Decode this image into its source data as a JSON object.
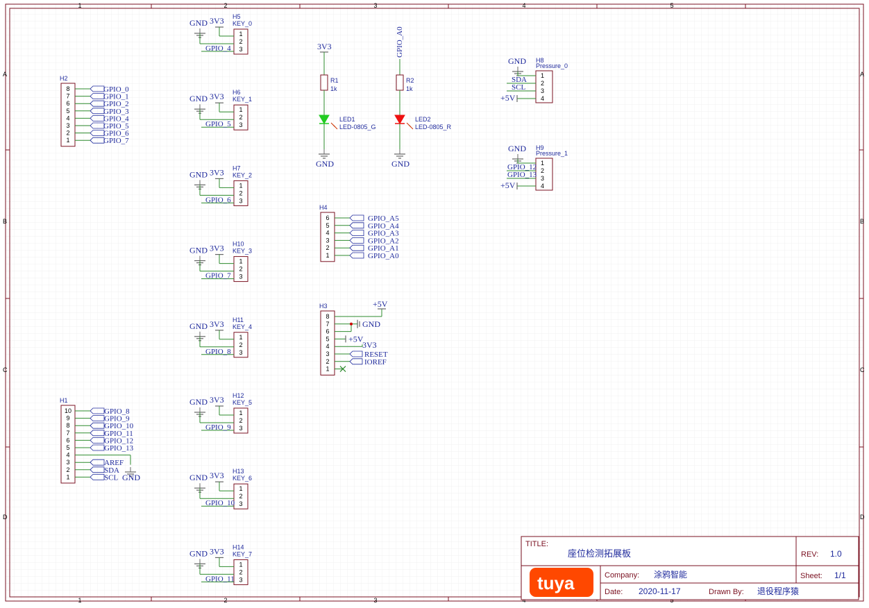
{
  "border": {
    "col_labels": [
      "1",
      "2",
      "3",
      "4",
      "5"
    ],
    "row_labels": [
      "A",
      "B",
      "C",
      "D"
    ]
  },
  "power": {
    "gnd": "GND",
    "v33": "3V3",
    "v5": "+5V"
  },
  "keys": [
    {
      "ref": "H5",
      "name": "KEY_0",
      "net": "GPIO_4"
    },
    {
      "ref": "H6",
      "name": "KEY_1",
      "net": "GPIO_5"
    },
    {
      "ref": "H7",
      "name": "KEY_2",
      "net": "GPIO_6"
    },
    {
      "ref": "H10",
      "name": "KEY_3",
      "net": "GPIO_7"
    },
    {
      "ref": "H11",
      "name": "KEY_4",
      "net": "GPIO_8"
    },
    {
      "ref": "H12",
      "name": "KEY_5",
      "net": "GPIO_9"
    },
    {
      "ref": "H13",
      "name": "KEY_6",
      "net": "GPIO_10"
    },
    {
      "ref": "H14",
      "name": "KEY_7",
      "net": "GPIO_11"
    }
  ],
  "h2": {
    "ref": "H2",
    "pins": [
      "8",
      "7",
      "6",
      "5",
      "4",
      "3",
      "2",
      "1"
    ],
    "nets": [
      "GPIO_0",
      "GPIO_1",
      "GPIO_2",
      "GPIO_3",
      "GPIO_4",
      "GPIO_5",
      "GPIO_6",
      "GPIO_7"
    ]
  },
  "h1": {
    "ref": "H1",
    "pins": [
      "10",
      "9",
      "8",
      "7",
      "6",
      "5",
      "4",
      "3",
      "2",
      "1"
    ],
    "nets": [
      "GPIO_8",
      "GPIO_9",
      "GPIO_10",
      "GPIO_11",
      "GPIO_12",
      "GPIO_13",
      "",
      "AREF",
      "SDA",
      "SCL"
    ]
  },
  "h4": {
    "ref": "H4",
    "pins": [
      "6",
      "5",
      "4",
      "3",
      "2",
      "1"
    ],
    "nets": [
      "GPIO_A5",
      "GPIO_A4",
      "GPIO_A3",
      "GPIO_A2",
      "GPIO_A1",
      "GPIO_A0"
    ]
  },
  "h3": {
    "ref": "H3",
    "pins": [
      "8",
      "7",
      "6",
      "5",
      "4",
      "3",
      "2",
      "1"
    ],
    "nets": [
      "RESET",
      "IOREF"
    ]
  },
  "leds": [
    {
      "r_ref": "R1",
      "r_val": "1k",
      "led_ref": "LED1",
      "led_val": "LED-0805_G",
      "top_net": "3V3",
      "color": "#22cc22"
    },
    {
      "r_ref": "R2",
      "r_val": "1k",
      "led_ref": "LED2",
      "led_val": "LED-0805_R",
      "top_net": "GPIO_A0",
      "color": "#ee1111"
    }
  ],
  "pressure": [
    {
      "ref": "H8",
      "name": "Pressure_0",
      "pins": [
        "1",
        "2",
        "3",
        "4"
      ],
      "nets": [
        "SDA",
        "SCL"
      ]
    },
    {
      "ref": "H9",
      "name": "Pressure_1",
      "pins": [
        "1",
        "2",
        "3",
        "4"
      ],
      "nets": [
        "GPIO_12",
        "GPIO_13"
      ]
    }
  ],
  "title_block": {
    "title_label": "TITLE:",
    "title": "座位检测拓展板",
    "rev_label": "REV:",
    "rev": "1.0",
    "company_label": "Company:",
    "company": "涂鸦智能",
    "sheet_label": "Sheet:",
    "sheet": "1/1",
    "date_label": "Date:",
    "date": "2020-11-17",
    "drawn_label": "Drawn By:",
    "drawn": "退役程序猿",
    "logo": "tuya",
    "logo_color": "#ff4800"
  }
}
